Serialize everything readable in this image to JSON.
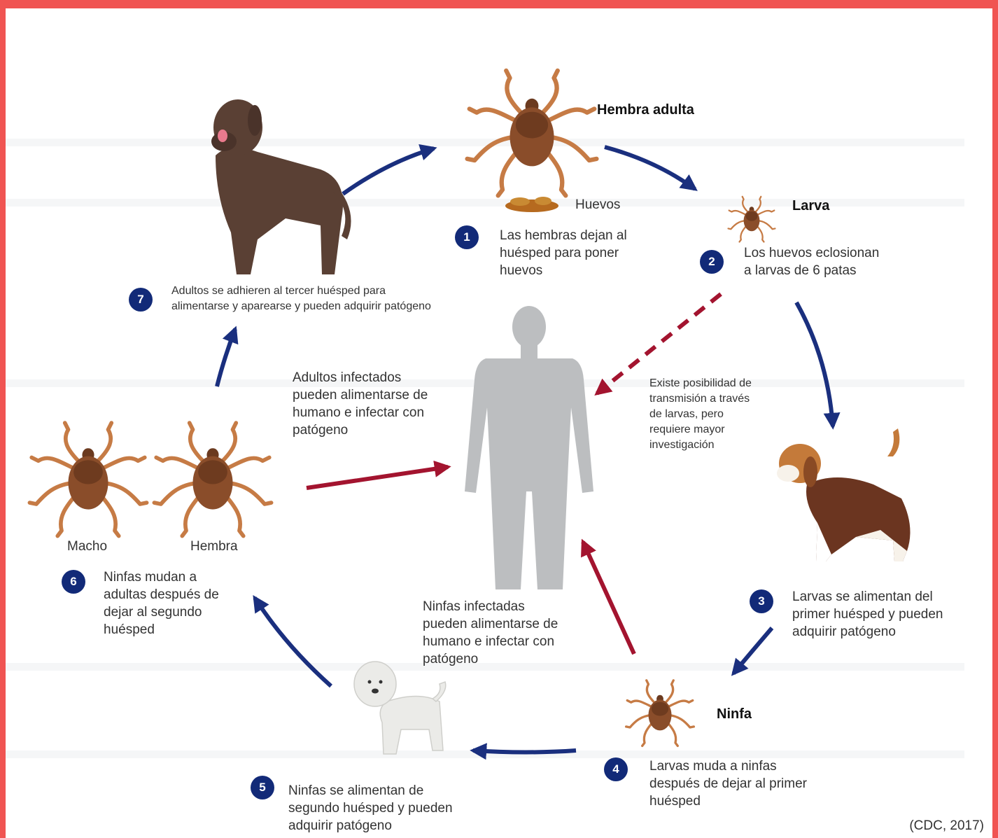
{
  "stages": {
    "s1": {
      "num": "1",
      "text": [
        "Las hembras dejan al",
        "huésped para poner",
        "huevos"
      ]
    },
    "s2": {
      "num": "2",
      "text": [
        "Los huevos eclosionan",
        "a larvas de 6 patas"
      ]
    },
    "s3": {
      "num": "3",
      "text": [
        "Larvas se alimentan del",
        "primer huésped y pueden",
        "adquirir patógeno"
      ]
    },
    "s4": {
      "num": "4",
      "text": [
        "Larvas muda a ninfas",
        "después de dejar al primer",
        "huésped"
      ]
    },
    "s5": {
      "num": "5",
      "text": [
        "Ninfas se alimentan de",
        "segundo huésped y pueden",
        "adquirir patógeno"
      ]
    },
    "s6": {
      "num": "6",
      "text": [
        "Ninfas mudan a",
        "adultas después de",
        "dejar al segundo",
        "huésped"
      ]
    },
    "s7": {
      "num": "7",
      "text": [
        "Adultos se adhieren al tercer huésped para",
        "alimentarse y aparearse y pueden adquirir patógeno"
      ]
    }
  },
  "labels": {
    "hembra_adulta": "Hembra adulta",
    "huevos": "Huevos",
    "larva": "Larva",
    "ninfa": "Ninfa",
    "macho": "Macho",
    "hembra": "Hembra"
  },
  "notes": {
    "adults_infect": [
      "Adultos infectados",
      "pueden alimentarse de",
      "humano e infectar con",
      "patógeno"
    ],
    "nymphs_infect": [
      "Ninfas infectadas",
      "pueden alimentarse de",
      "humano e infectar con",
      "patógeno"
    ],
    "larvae_possible": [
      "Existe posibilidad de",
      "transmisión a través",
      "de larvas, pero",
      "requiere mayor",
      "investigación"
    ]
  },
  "citation": "(CDC, 2017)",
  "colors": {
    "frame": "#f05452",
    "life_cycle_arrow": "#1a2f7e",
    "infection_arrow": "#a3142f",
    "badge": "#122a78",
    "human": "#bcbec0",
    "tick_body": "#7b4424",
    "tick_legs": "#c67b45"
  }
}
